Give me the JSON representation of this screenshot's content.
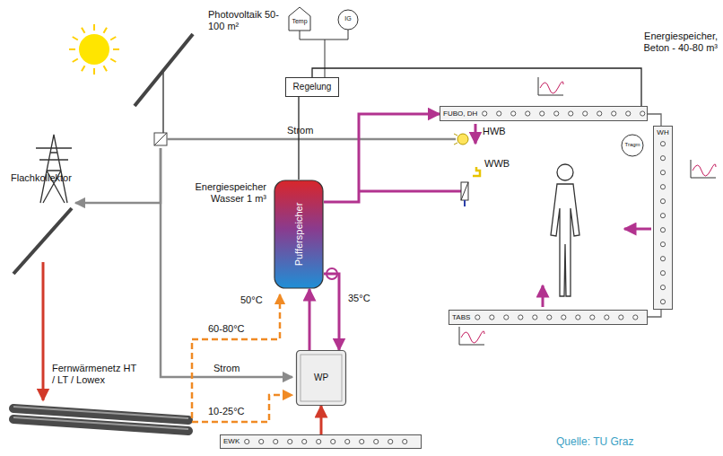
{
  "diagram": {
    "nodes": [
      {
        "text": [
          "Regelung"
        ]
      },
      {
        "text": [
          "FUBO, DH"
        ]
      },
      {
        "text": [
          "WH"
        ]
      },
      {
        "text": [
          "Energiespeicher Wasser 1 m³",
          "Pufferspeicher"
        ]
      },
      {
        "text": [
          "TABS"
        ]
      },
      {
        "text": [
          "WP"
        ]
      },
      {
        "text": [
          "EWK"
        ]
      }
    ],
    "edges": [
      {
        "from": 0,
        "to": 3,
        "arrow": "none"
      },
      {
        "from": 0,
        "to": 1,
        "arrow": "none"
      },
      {
        "from": 3,
        "to": 1,
        "arrow": "to"
      },
      {
        "from": 5,
        "to": 3,
        "arrow": "to"
      },
      {
        "from": 3,
        "to": 5,
        "arrow": "to"
      },
      {
        "from": 6,
        "to": 5,
        "arrow": "to"
      },
      {
        "from": 1,
        "to": 2,
        "arrow": "none"
      },
      {
        "from": 2,
        "to": 4,
        "arrow": "none"
      }
    ],
    "labels": [
      "Photovoltaik 50-100 m²",
      "Strom",
      "Temp",
      "IG",
      "Energiespeicher, Beton - 40-80 m³",
      "HWB",
      "WWB",
      "Tragm",
      "Flachkollektor",
      "60-80°C",
      "50°C",
      "35°C",
      "Strom",
      "Fernwärmenetz HT / LT / Lowex",
      "10-25°C",
      "Quelle: TU Graz"
    ]
  }
}
